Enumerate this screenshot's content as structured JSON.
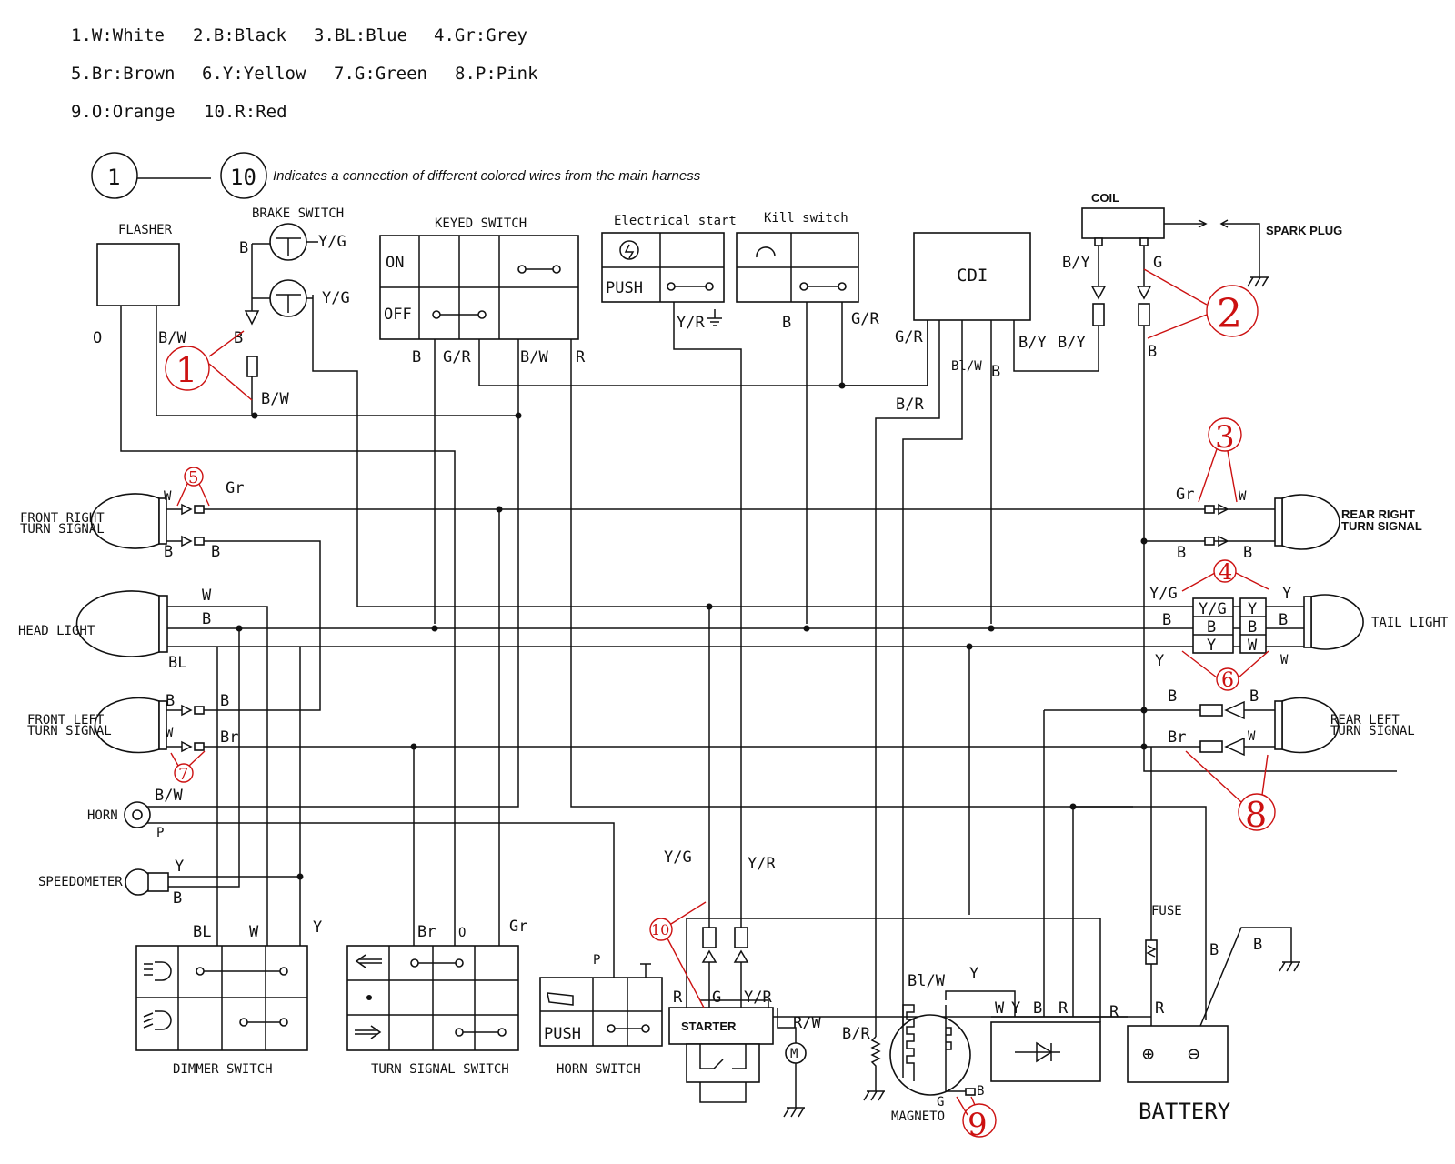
{
  "legend": {
    "items": [
      "1.W:White",
      "2.B:Black",
      "3.BL:Blue",
      "4.Gr:Grey",
      "5.Br:Brown",
      "6.Y:Yellow",
      "7.G:Green",
      "8.P:Pink",
      "9.O:Orange",
      "10.R:Red"
    ],
    "marker_start": "1",
    "marker_end": "10",
    "note": "Indicates a connection of different colored wires from the main harness"
  },
  "components": {
    "flasher": "FLASHER",
    "brake_switch": "BRAKE SWITCH",
    "keyed_switch": "KEYED SWITCH",
    "keyed_on": "ON",
    "keyed_off": "OFF",
    "electrical_start": "Electrical start",
    "push": "PUSH",
    "kill_switch": "Kill switch",
    "cdi": "CDI",
    "coil": "COIL",
    "spark_plug": "SPARK PLUG",
    "front_right_turn_1": "FRONT RIGHT",
    "front_right_turn_2": "TURN SIGNAL",
    "head_light": "HEAD LIGHT",
    "front_left_turn_1": "FRONT LEFT",
    "front_left_turn_2": "TURN SIGNAL",
    "horn": "HORN",
    "speedometer": "SPEEDOMETER",
    "rear_right_turn_1": "REAR RIGHT",
    "rear_right_turn_2": "TURN SIGNAL",
    "tail_light": "TAIL LIGHT",
    "rear_left_turn_1": "REAR LEFT",
    "rear_left_turn_2": "TURN SIGNAL",
    "dimmer_switch": "DIMMER SWITCH",
    "turn_signal_switch": "TURN SIGNAL SWITCH",
    "horn_switch": "HORN SWITCH",
    "horn_push": "PUSH",
    "starter": "STARTER",
    "motor": "M",
    "magneto": "MAGNETO",
    "fuse": "FUSE",
    "battery": "BATTERY",
    "plus": "⊕",
    "minus": "⊖"
  },
  "wire_labels": {
    "flasher_o": "O",
    "flasher_bw": "B/W",
    "brake_b": "B",
    "brake_yg1": "Y/G",
    "brake_yg2": "Y/G",
    "brake_b2": "B",
    "brake_bw": "B/W",
    "key_b": "B",
    "key_gr": "G/R",
    "key_bw": "B/W",
    "key_r": "R",
    "es_yr": "Y/R",
    "kill_b": "B",
    "kill_gr": "G/R",
    "cdi_gr": "G/R",
    "cdi_blw": "Bl/W",
    "cdi_b": "B",
    "cdi_by1": "B/Y",
    "cdi_by2": "B/Y",
    "cdi_br": "B/R",
    "coil_by": "B/Y",
    "coil_g": "G",
    "coil_b": "B",
    "frt_w": "W",
    "frt_gr": "Gr",
    "frt_b1": "B",
    "frt_b2": "B",
    "hl_w": "W",
    "hl_b": "B",
    "hl_bl": "BL",
    "flt_b1": "B",
    "flt_b2": "B",
    "flt_w": "W",
    "flt_br": "Br",
    "horn_bw": "B/W",
    "horn_p": "P",
    "spd_y": "Y",
    "spd_b": "B",
    "rrt_gr": "Gr",
    "rrt_w": "W",
    "rrt_b1": "B",
    "rrt_b2": "B",
    "tl_yg": "Y/G",
    "tl_y": "Y",
    "tl_b": "B",
    "tl_b2": "B",
    "tl_y2": "Y",
    "tl_w": "W",
    "tl_box1": [
      "Y/G",
      "B",
      "Y"
    ],
    "tl_box2": [
      "Y",
      "B",
      "W"
    ],
    "rlt_b1": "B",
    "rlt_b2": "B",
    "rlt_br": "Br",
    "rlt_w": "W",
    "dim_bl": "BL",
    "dim_w": "W",
    "dim_y": "Y",
    "ts_br": "Br",
    "ts_o": "O",
    "ts_gr": "Gr",
    "hs_p": "P",
    "st_yg": "Y/G",
    "st_yr": "Y/R",
    "st_r": "R",
    "st_g": "G",
    "st_yr2": "Y/R",
    "st_rw": "R/W",
    "mag_br": "B/R",
    "mag_blw": "Bl/W",
    "mag_y": "Y",
    "mag_g": "G",
    "mag_b": "B",
    "rec_w": "W",
    "rec_y": "Y",
    "rec_b": "B",
    "rec_r": "R",
    "bat_r1": "R",
    "bat_r2": "R",
    "bat_b1": "B",
    "bat_b2": "B"
  },
  "callouts": [
    "1",
    "2",
    "3",
    "4",
    "5",
    "6",
    "7",
    "8",
    "9",
    "10"
  ],
  "colors": {
    "wire": "#111111",
    "callout": "#cc1111",
    "background": "#ffffff"
  }
}
